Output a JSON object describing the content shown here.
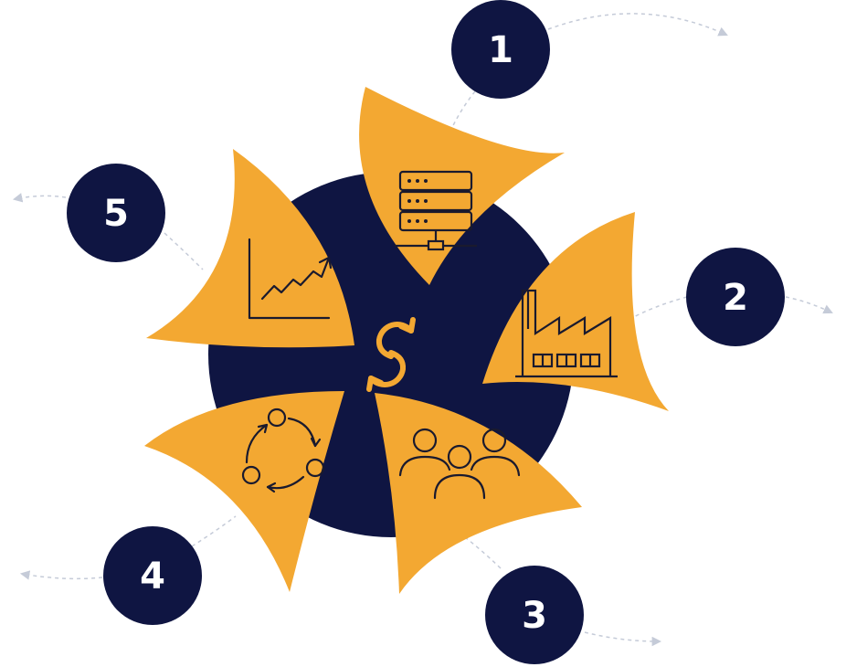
{
  "colors": {
    "navy": "#0f1542",
    "gold": "#f3a832",
    "icon_stroke": "#1a1a2e",
    "connector": "#c5cbd8",
    "background": "#ffffff"
  },
  "center": {
    "icon": "sync-arrows-icon"
  },
  "steps": [
    {
      "number": "1",
      "icon": "server-rack-icon"
    },
    {
      "number": "2",
      "icon": "factory-icon"
    },
    {
      "number": "3",
      "icon": "team-people-icon"
    },
    {
      "number": "4",
      "icon": "cycle-process-icon"
    },
    {
      "number": "5",
      "icon": "growth-chart-icon"
    }
  ]
}
